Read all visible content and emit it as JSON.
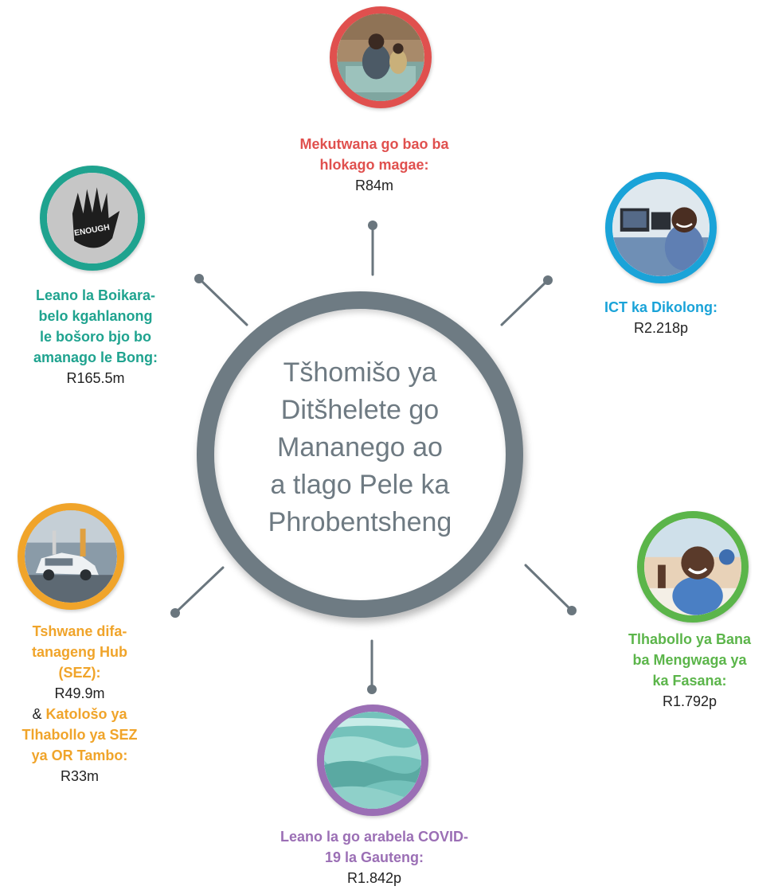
{
  "center": {
    "title_lines": [
      "Tšhomišo ya",
      "Ditšhelete go",
      "Mananego ao",
      "a tlago Pele ka",
      "Phrobentsheng"
    ]
  },
  "colors": {
    "red": "#e0504e",
    "teal": "#1fa38f",
    "blue": "#1aa3d8",
    "orange": "#f0a42a",
    "green": "#5bb54a",
    "purple": "#9b6fb5",
    "hub_ring": "#6e7b83",
    "connector": "#6a767e"
  },
  "icons": {
    "top": "children-on-mat-photo",
    "left_top": "enough-handprint-photo",
    "right_top": "child-at-computer-photo",
    "left_bottom": "car-assembly-photo",
    "right_bottom": "smiling-child-photo",
    "bottom": "face-masks-photo"
  },
  "items": {
    "top": {
      "title_lines": [
        "Mekutwana go bao ba",
        "hlokago magae:"
      ],
      "value": "R84m"
    },
    "left_top": {
      "title_lines": [
        "Leano la Boikara-",
        "belo kgahlanong",
        "le bošoro bjo bo",
        "amanago le Bong:"
      ],
      "value": "R165.5m"
    },
    "right_top": {
      "title_lines": [
        "ICT ka Dikolong:"
      ],
      "value": "R2.218p"
    },
    "left_bottom": {
      "title_lines": [
        "Tshwane difa-",
        "tanageng Hub",
        "(SEZ):"
      ],
      "value": "R49.9m",
      "amp": "&",
      "title2_first": "Katološo ya",
      "title2_lines": [
        "Tlhabollo ya SEZ",
        "ya OR Tambo:"
      ],
      "value2": "R33m"
    },
    "right_bottom": {
      "title_lines": [
        "Tlhabollo ya Bana",
        "ba Mengwaga ya",
        "ka Fasana:"
      ],
      "value": "R1.792p"
    },
    "bottom": {
      "title_lines": [
        "Leano la go arabela COVID-",
        "19 la Gauteng:"
      ],
      "value": "R1.842p"
    }
  }
}
